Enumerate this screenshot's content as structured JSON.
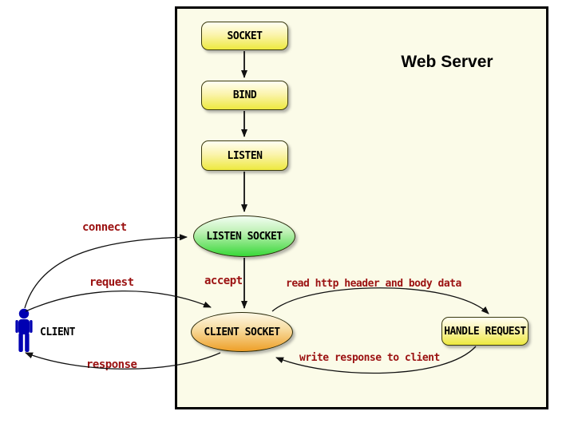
{
  "diagram": {
    "title": "Web Server",
    "nodes": {
      "socket": "SOCKET",
      "bind": "BIND",
      "listen": "LISTEN",
      "listen_socket": "LISTEN SOCKET",
      "client_socket": "CLIENT SOCKET",
      "handle_request": "HANDLE REQUEST"
    },
    "client_label": "CLIENT",
    "edge_labels": {
      "connect": "connect",
      "request": "request",
      "response": "response",
      "accept": "accept",
      "read": "read http header and body data",
      "write": "write response to client"
    },
    "colors": {
      "canvas_bg": "#FFFFFF",
      "server_bg": "#FBFBE8",
      "server_border": "#000000",
      "box_top": "#FFFFF2",
      "box_bottom": "#EDE93F",
      "green_top": "#F2FEF2",
      "green_bottom": "#38D838",
      "orange_top": "#FEF8E6",
      "orange_bottom": "#EE9F28",
      "label_red": "#9B1111",
      "client_blue": "#0000B2"
    }
  }
}
